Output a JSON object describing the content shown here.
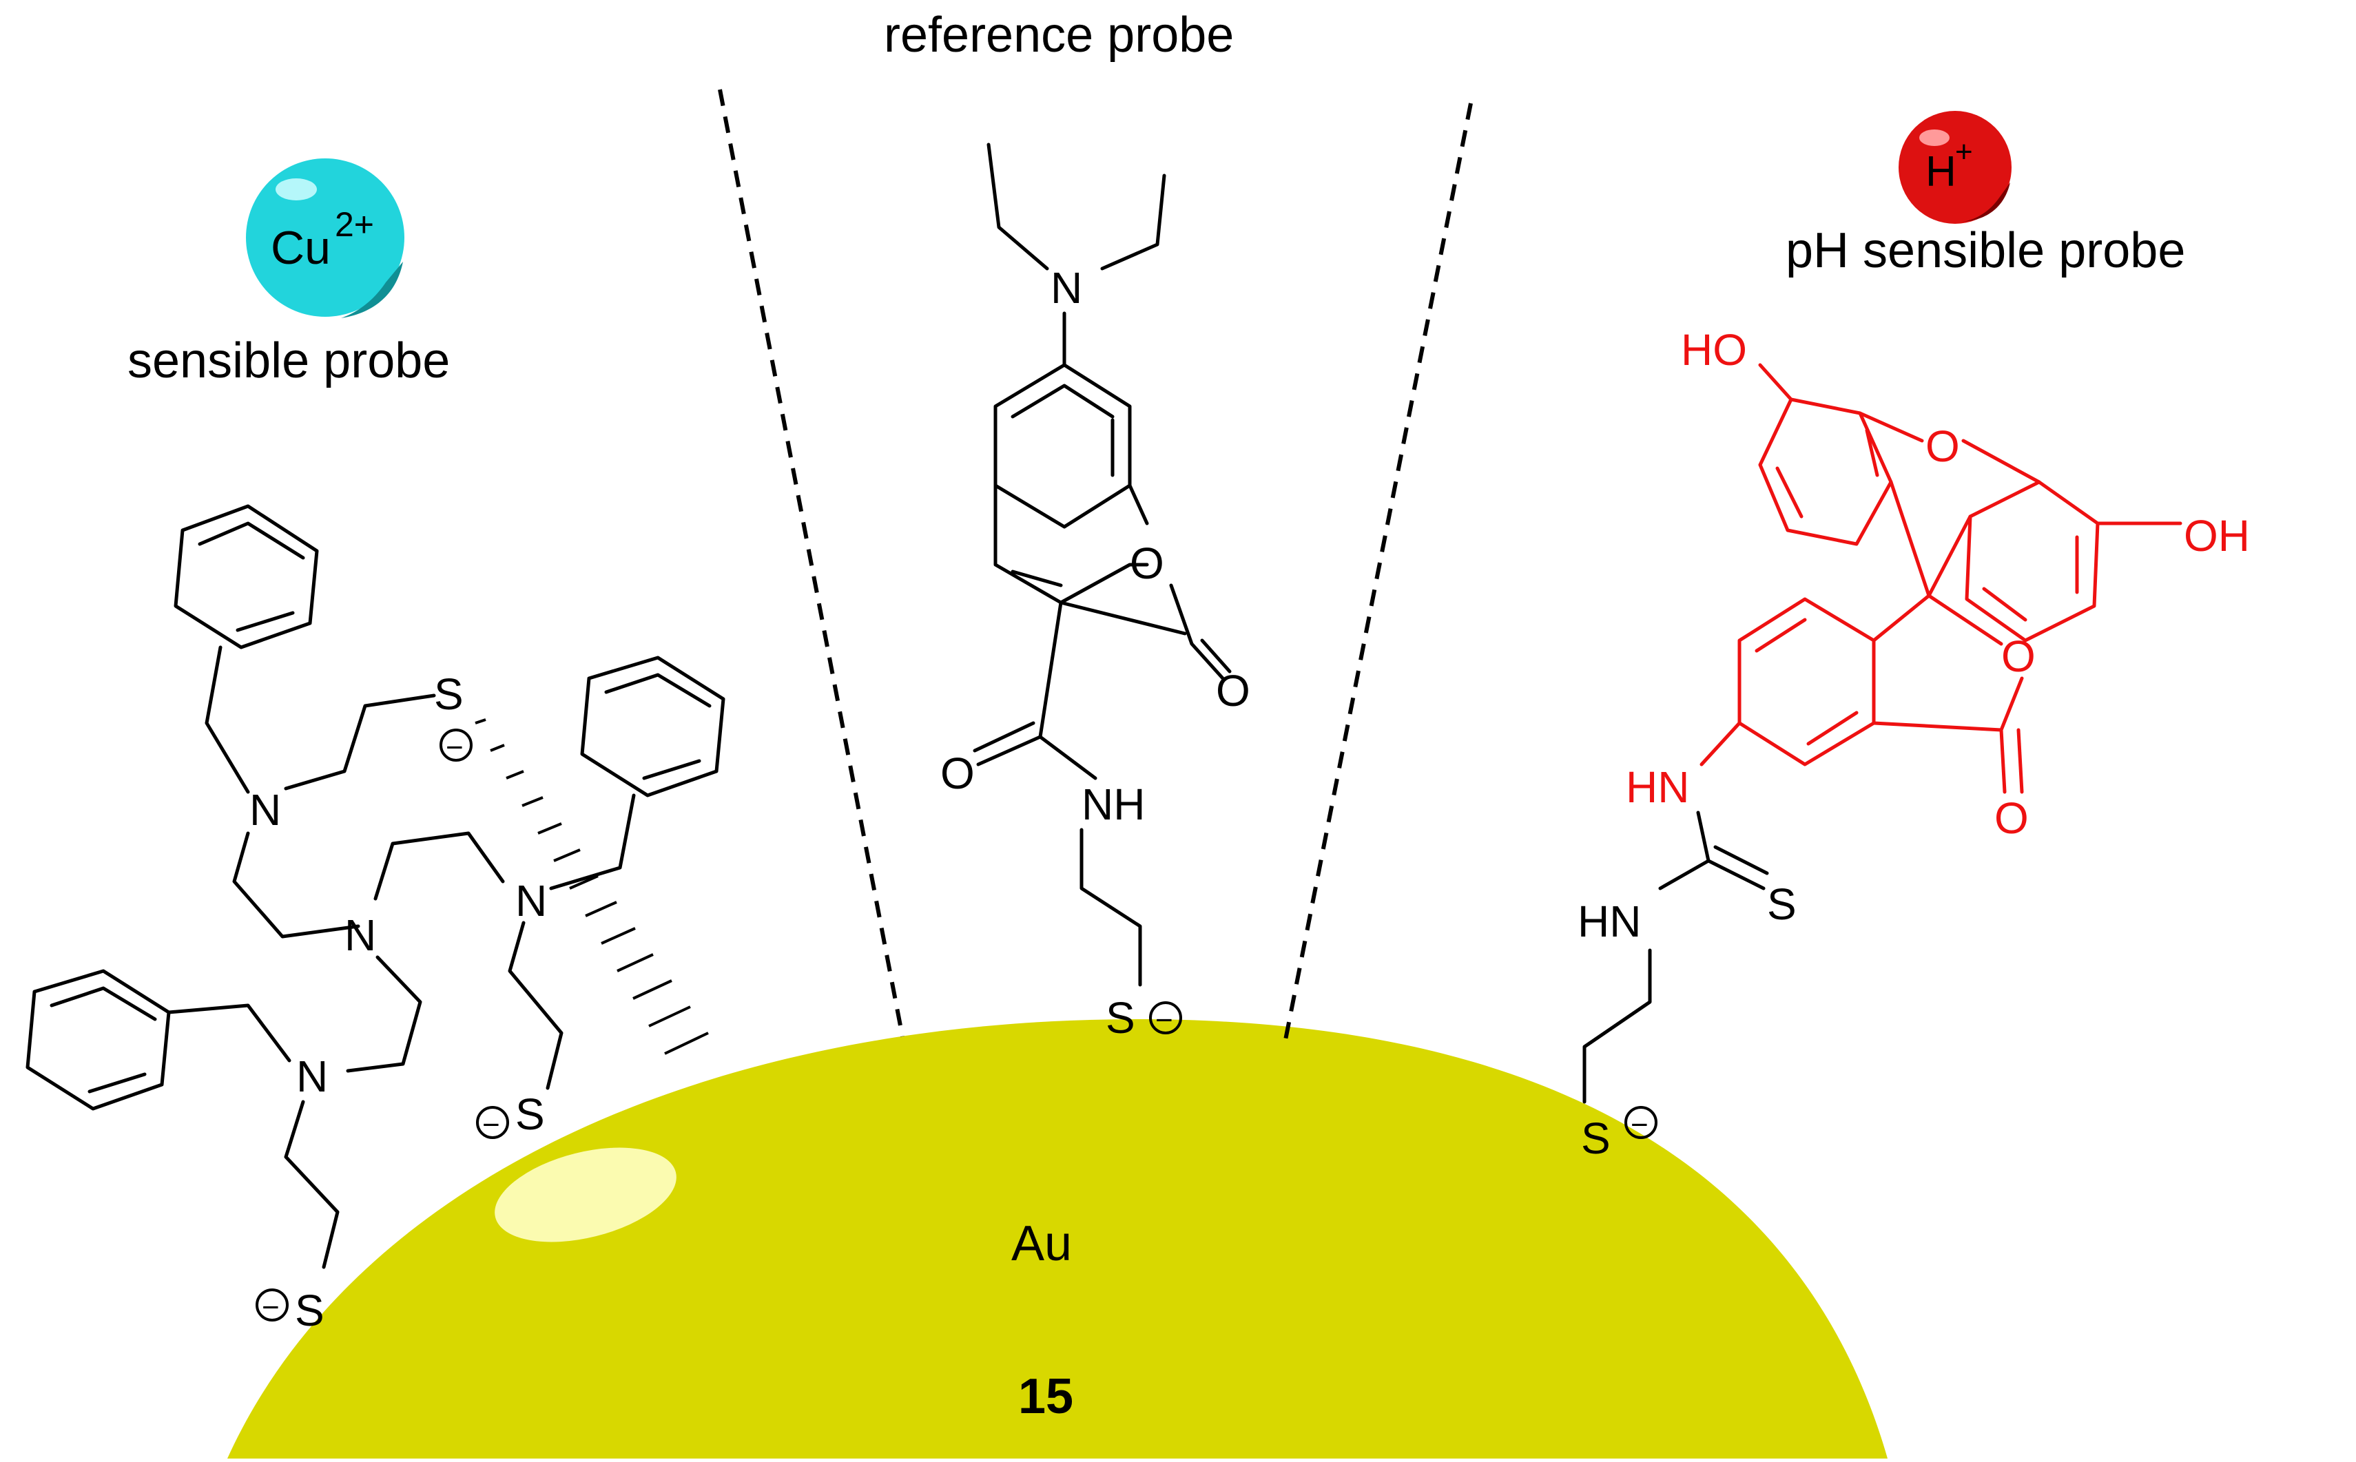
{
  "labels": {
    "reference": "reference probe",
    "cu_probe": "sensible probe",
    "ph_probe": "pH sensible probe",
    "core": "Au",
    "compound_number": "15"
  },
  "ions": {
    "copper": {
      "symbol": "Cu",
      "charge": "2+",
      "color": "#22d4dc"
    },
    "proton": {
      "symbol": "H",
      "charge": "+",
      "color": "#dd1111"
    }
  },
  "atoms": {
    "s": "S",
    "n": "N",
    "o": "O",
    "nh": "NH",
    "hn": "HN",
    "ho": "HO",
    "oh": "OH",
    "minus": "−"
  },
  "colors": {
    "gold": "#d8d800",
    "highlight": "#fbfbb0",
    "fluorescein": "#ee1111"
  }
}
